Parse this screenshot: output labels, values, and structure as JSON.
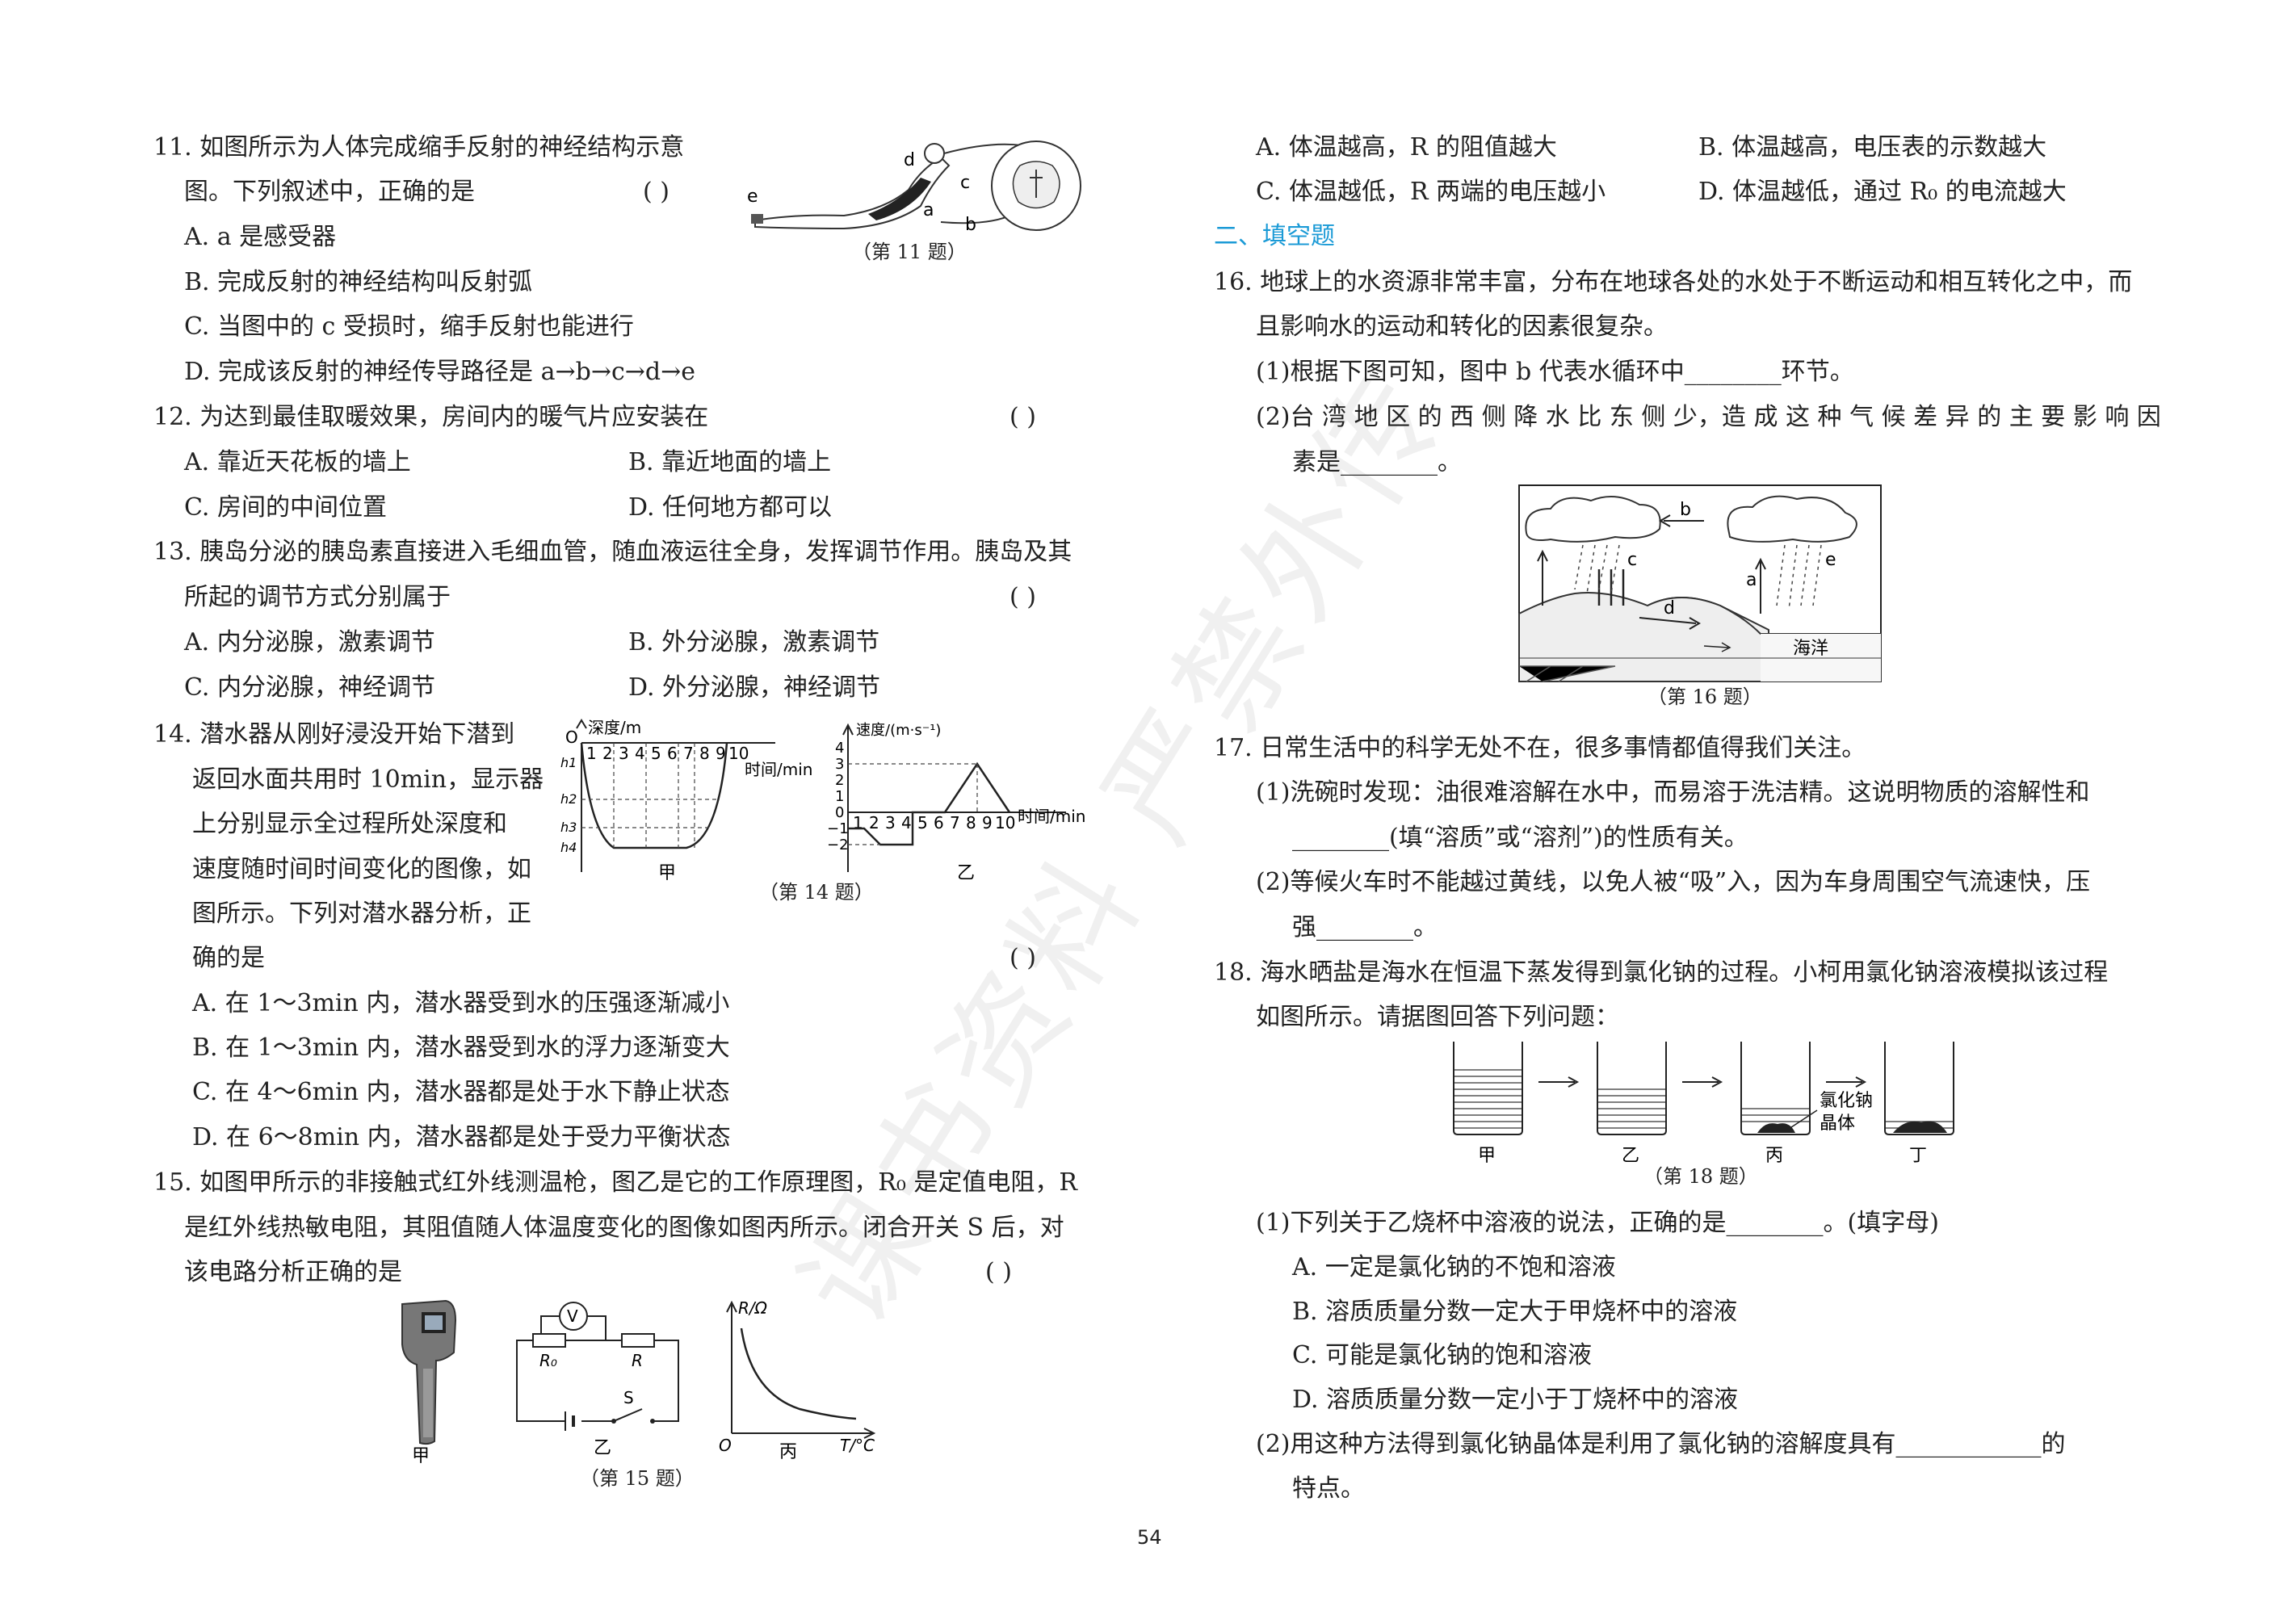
{
  "page_number": "54",
  "watermark": "课书资料 严禁外传",
  "left": {
    "q11": {
      "stem1": "11. 如图所示为人体完成缩手反射的神经结构示意",
      "stem2": "图。下列叙述中，正确的是",
      "paren": "(      )",
      "A": "A. a 是感受器",
      "B": "B. 完成反射的神经结构叫反射弧",
      "C": "C. 当图中的 c 受损时，缩手反射也能进行",
      "D": "D. 完成该反射的神经传导路径是 a→b→c→d→e",
      "caption": "（第 11 题）",
      "labels": [
        "d",
        "e",
        "c",
        "a",
        "b"
      ]
    },
    "q12": {
      "stem": "12. 为达到最佳取暖效果，房间内的暖气片应安装在",
      "paren": "(      )",
      "A": "A. 靠近天花板的墙上",
      "B": "B. 靠近地面的墙上",
      "C": "C. 房间的中间位置",
      "D": "D. 任何地方都可以"
    },
    "q13": {
      "stem1": "13. 胰岛分泌的胰岛素直接进入毛细血管，随血液运往全身，发挥调节作用。胰岛及其",
      "stem2": "所起的调节方式分别属于",
      "paren": "(      )",
      "A": "A. 内分泌腺，激素调节",
      "B": "B. 外分泌腺，激素调节",
      "C": "C. 内分泌腺，神经调节",
      "D": "D. 外分泌腺，神经调节"
    },
    "q14": {
      "l1": "14. 潜水器从刚好浸没开始下潜到",
      "l2": "返回水面共用时 10min，显示器",
      "l3": "上分别显示全过程所处深度和",
      "l4": "速度随时间时间变化的图像，如",
      "l5": "图所示。下列对潜水器分析，正",
      "l6": "确的是",
      "paren": "(      )",
      "A": "A. 在 1～3min 内，潜水器受到水的压强逐渐减小",
      "B": "B. 在 1～3min 内，潜水器受到水的浮力逐渐变大",
      "C": "C. 在 4～6min 内，潜水器都是处于水下静止状态",
      "D": "D. 在 6～8min 内，潜水器都是处于受力平衡状态",
      "caption": "（第 14 题）",
      "depth_chart": {
        "ylabel": "深度/m",
        "xlabel": "时间/min",
        "origin": "O",
        "xticks": [
          "1",
          "2",
          "3",
          "4",
          "5",
          "6",
          "7",
          "8",
          "9",
          "10"
        ],
        "yticks": [
          "h1",
          "h2",
          "h3",
          "h4"
        ],
        "name": "甲"
      },
      "speed_chart": {
        "ylabel": "速度/(m·s⁻¹)",
        "xlabel": "时间/min",
        "origin": "0",
        "yticks": [
          "4",
          "3",
          "2",
          "1",
          "0",
          "−1",
          "−2"
        ],
        "xticks": [
          "1",
          "2",
          "3",
          "4",
          "5",
          "6",
          "7",
          "8",
          "9",
          "10"
        ],
        "name": "乙"
      }
    },
    "q15": {
      "stem1": "15. 如图甲所示的非接触式红外线测温枪，图乙是它的工作原理图，R₀ 是定值电阻，R",
      "stem2": "是红外线热敏电阻，其阻值随人体温度变化的图像如图丙所示。闭合开关 S 后，对",
      "stem3": "该电路分析正确的是",
      "paren": "(      )",
      "caption": "（第 15 题）",
      "fig_jia": "甲",
      "fig_yi": "乙",
      "fig_bing": "丙",
      "meter": "V",
      "r0": "R₀",
      "r": "R",
      "switch": "S",
      "graph_ylabel": "R/Ω",
      "graph_xlabel": "T/°C",
      "graph_origin": "O"
    }
  },
  "right": {
    "q15opts": {
      "A": "A. 体温越高，R 的阻值越大",
      "B": "B. 体温越高，电压表的示数越大",
      "C": "C. 体温越低，R 两端的电压越小",
      "D": "D. 体温越低，通过 R₀ 的电流越大"
    },
    "section": "二、填空题",
    "q16": {
      "stem1": "16. 地球上的水资源非常丰富，分布在地球各处的水处于不断运动和相互转化之中，而",
      "stem2": "且影响水的运动和转化的因素很复杂。",
      "s1": "(1)根据下图可知，图中 b 代表水循环中________环节。",
      "s2a": "(2)台 湾 地 区 的 西 侧 降 水 比 东 侧 少，造 成 这 种 气 候 差 异 的 主 要 影 响 因",
      "s2b": "素是________。",
      "caption": "（第 16 题）",
      "labels": [
        "b",
        "c",
        "a",
        "e",
        "d"
      ],
      "ocean": "海洋"
    },
    "q17": {
      "stem": "17. 日常生活中的科学无处不在，很多事情都值得我们关注。",
      "s1a": "(1)洗碗时发现：油很难溶解在水中，而易溶于洗洁精。这说明物质的溶解性和",
      "s1b": "________(填“溶质”或“溶剂”)的性质有关。",
      "s2a": "(2)等候火车时不能越过黄线，以免人被“吸”入，因为车身周围空气流速快，压",
      "s2b": "强________。"
    },
    "q18": {
      "stem1": "18. 海水晒盐是海水在恒温下蒸发得到氯化钠的过程。小柯用氯化钠溶液模拟该过程",
      "stem2": "如图所示。请据图回答下列问题：",
      "beakers": [
        "甲",
        "乙",
        "丙",
        "丁"
      ],
      "crystal_label1": "氯化钠",
      "crystal_label2": "晶体",
      "caption": "（第 18 题）",
      "s1": "(1)下列关于乙烧杯中溶液的说法，正确的是________。(填字母)",
      "A": "A. 一定是氯化钠的不饱和溶液",
      "B": "B. 溶质质量分数一定大于甲烧杯中的溶液",
      "C": "C. 可能是氯化钠的饱和溶液",
      "D": "D. 溶质质量分数一定小于丁烧杯中的溶液",
      "s2a": "(2)用这种方法得到氯化钠晶体是利用了氯化钠的溶解度具有____________的",
      "s2b": "特点。"
    }
  }
}
